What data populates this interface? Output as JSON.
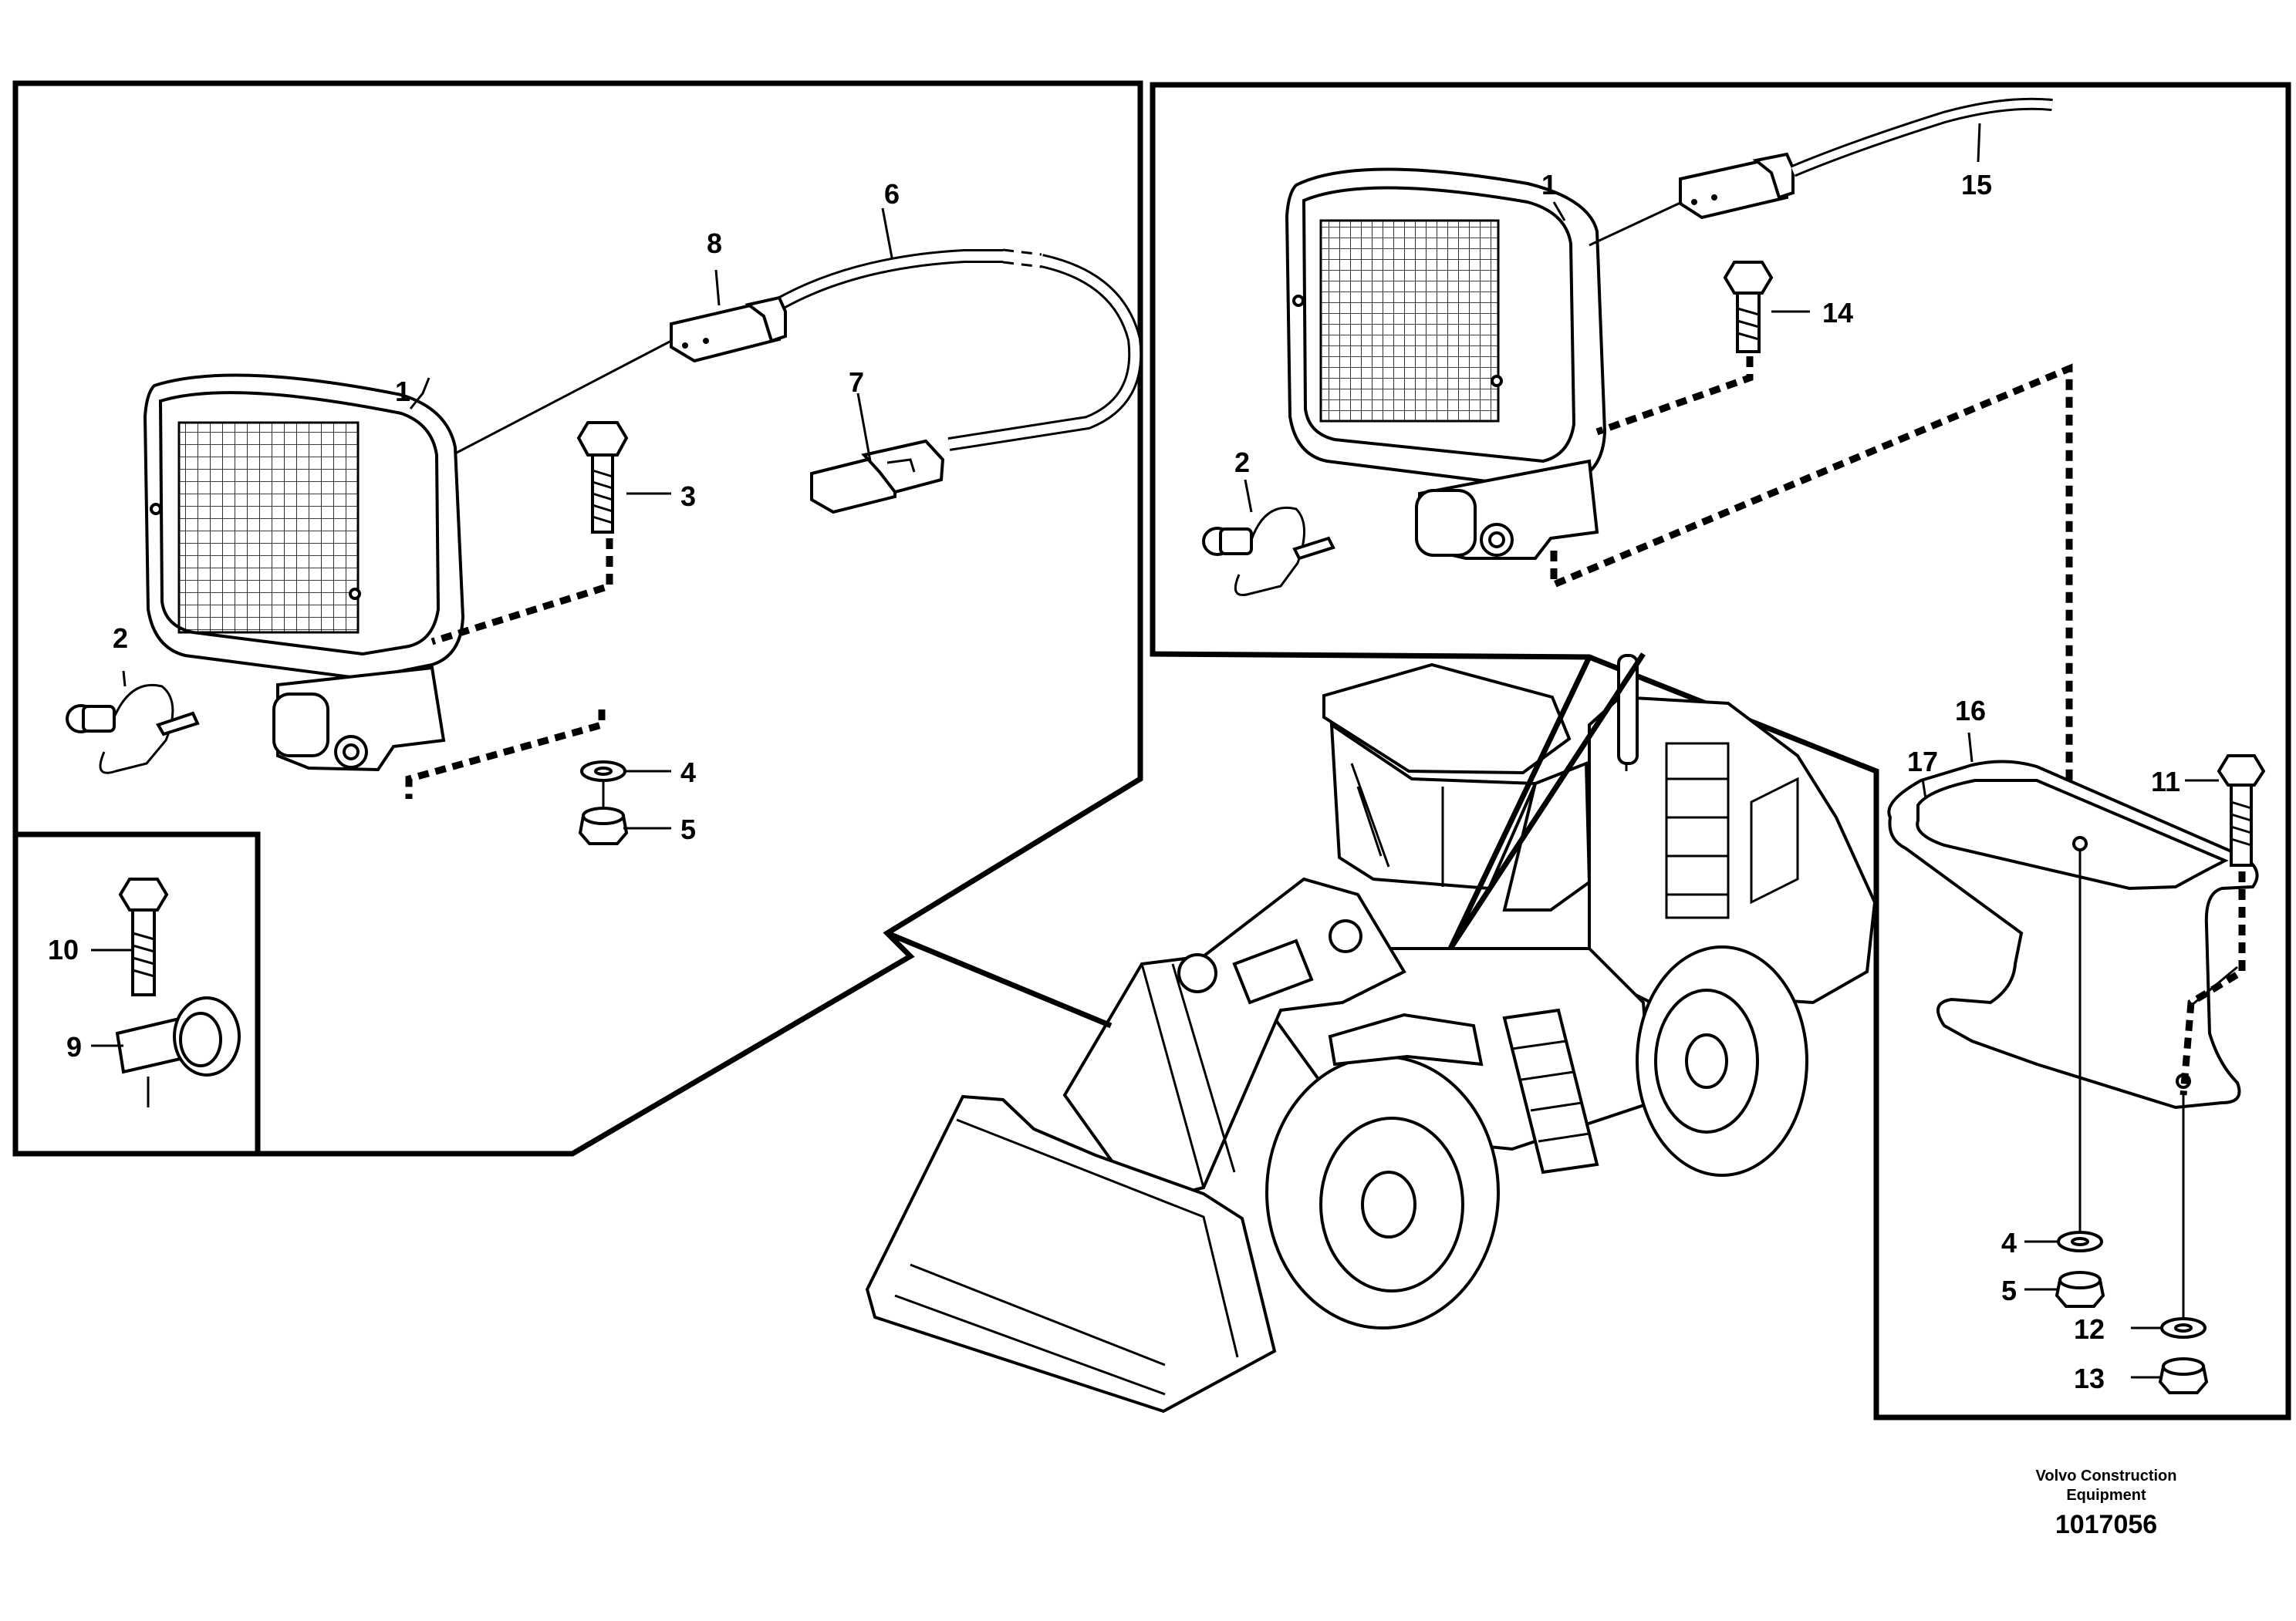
{
  "callouts": {
    "left": {
      "c1": "1",
      "c2": "2",
      "c3": "3",
      "c4": "4",
      "c5": "5",
      "c6": "6",
      "c7": "7",
      "c8": "8"
    },
    "inset": {
      "c9": "9",
      "c10": "10"
    },
    "right": {
      "c1": "1",
      "c2": "2",
      "c14": "14",
      "c15": "15"
    },
    "bracket": {
      "c11": "11",
      "c16": "16",
      "c17": "17",
      "c4": "4",
      "c5": "5",
      "c12": "12",
      "c13": "13"
    }
  },
  "footer": {
    "brand_line1": "Volvo Construction",
    "brand_line2": "Equipment",
    "drawing_number": "1017056"
  }
}
